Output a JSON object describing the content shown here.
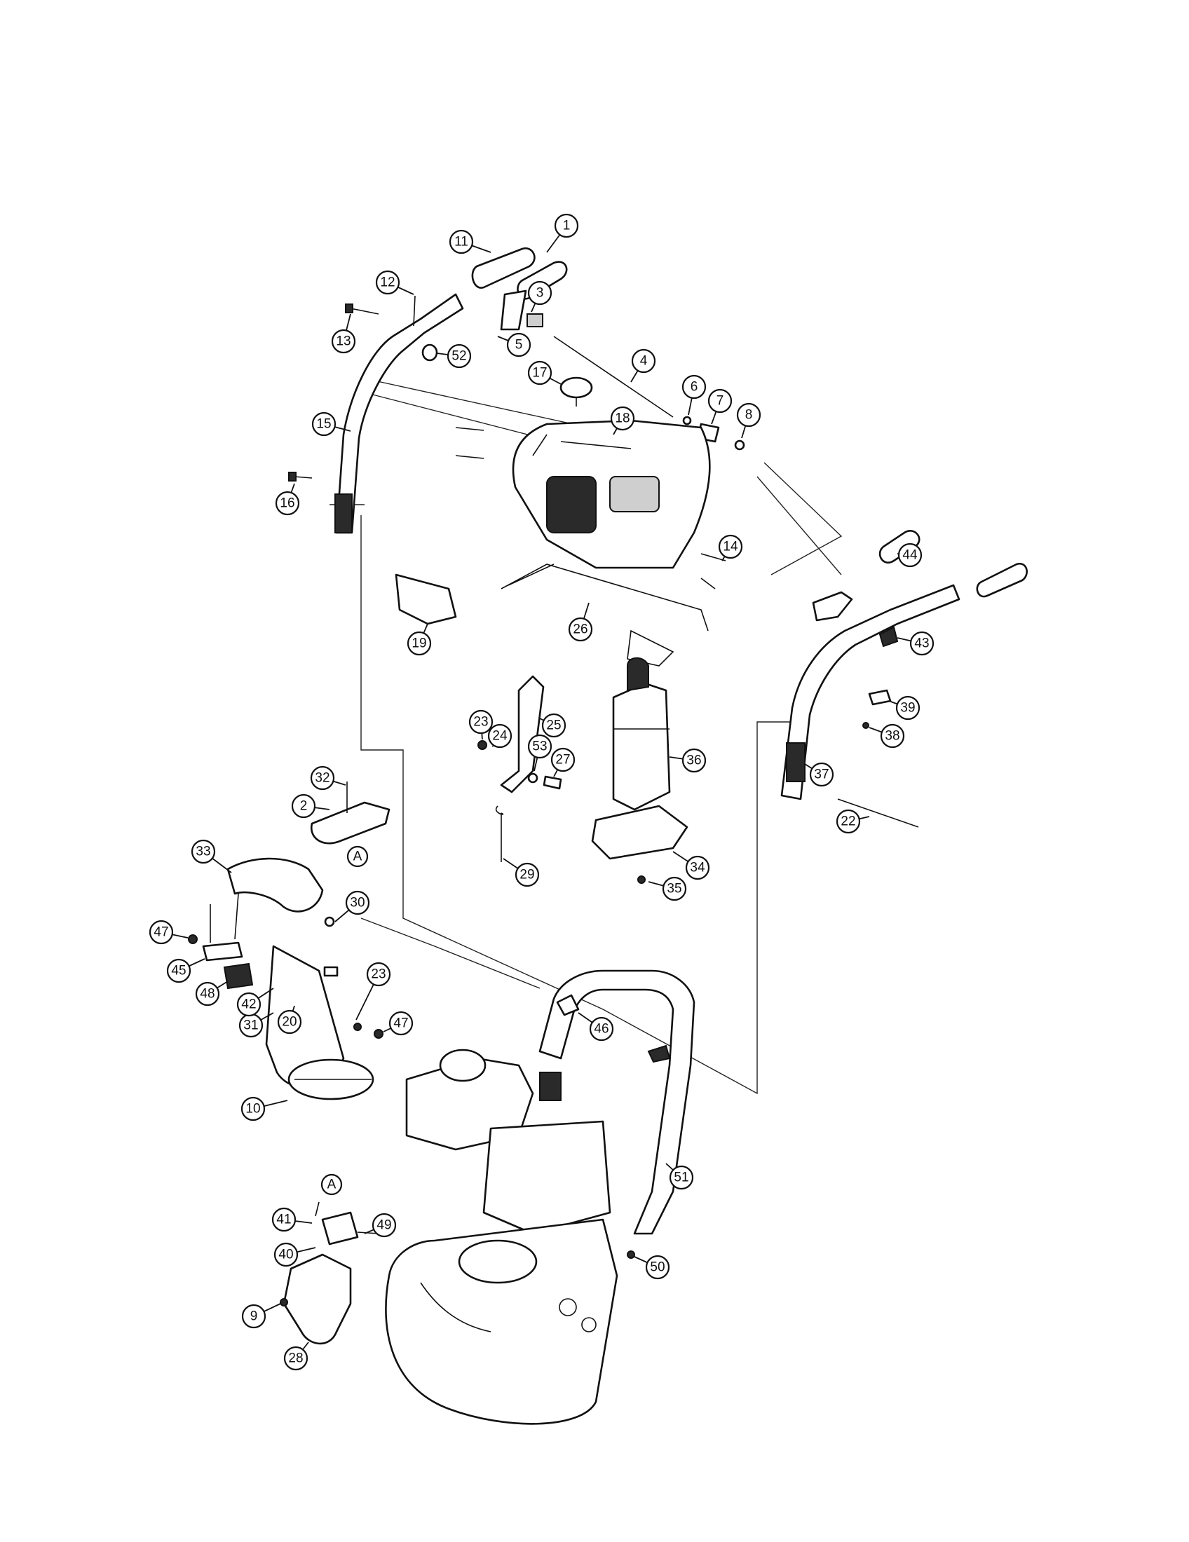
{
  "callouts": [
    {
      "id": "1",
      "label": "1"
    },
    {
      "id": "2",
      "label": "2"
    },
    {
      "id": "3",
      "label": "3"
    },
    {
      "id": "4",
      "label": "4"
    },
    {
      "id": "5",
      "label": "5"
    },
    {
      "id": "6",
      "label": "6"
    },
    {
      "id": "7",
      "label": "7"
    },
    {
      "id": "8",
      "label": "8"
    },
    {
      "id": "9",
      "label": "9"
    },
    {
      "id": "10",
      "label": "10"
    },
    {
      "id": "11",
      "label": "11"
    },
    {
      "id": "12",
      "label": "12"
    },
    {
      "id": "13",
      "label": "13"
    },
    {
      "id": "14",
      "label": "14"
    },
    {
      "id": "15",
      "label": "15"
    },
    {
      "id": "16",
      "label": "16"
    },
    {
      "id": "17",
      "label": "17"
    },
    {
      "id": "18",
      "label": "18"
    },
    {
      "id": "19",
      "label": "19"
    },
    {
      "id": "20",
      "label": "20"
    },
    {
      "id": "22",
      "label": "22"
    },
    {
      "id": "23a",
      "label": "23"
    },
    {
      "id": "23b",
      "label": "23"
    },
    {
      "id": "24",
      "label": "24"
    },
    {
      "id": "25",
      "label": "25"
    },
    {
      "id": "26",
      "label": "26"
    },
    {
      "id": "27",
      "label": "27"
    },
    {
      "id": "28",
      "label": "28"
    },
    {
      "id": "29",
      "label": "29"
    },
    {
      "id": "30",
      "label": "30"
    },
    {
      "id": "31",
      "label": "31"
    },
    {
      "id": "32",
      "label": "32"
    },
    {
      "id": "33",
      "label": "33"
    },
    {
      "id": "34",
      "label": "34"
    },
    {
      "id": "35",
      "label": "35"
    },
    {
      "id": "36",
      "label": "36"
    },
    {
      "id": "37",
      "label": "37"
    },
    {
      "id": "38",
      "label": "38"
    },
    {
      "id": "39",
      "label": "39"
    },
    {
      "id": "40",
      "label": "40"
    },
    {
      "id": "41",
      "label": "41"
    },
    {
      "id": "42",
      "label": "42"
    },
    {
      "id": "43",
      "label": "43"
    },
    {
      "id": "44",
      "label": "44"
    },
    {
      "id": "45",
      "label": "45"
    },
    {
      "id": "46",
      "label": "46"
    },
    {
      "id": "47a",
      "label": "47"
    },
    {
      "id": "47b",
      "label": "47"
    },
    {
      "id": "48",
      "label": "48"
    },
    {
      "id": "49",
      "label": "49"
    },
    {
      "id": "50",
      "label": "50"
    },
    {
      "id": "51",
      "label": "51"
    },
    {
      "id": "52",
      "label": "52"
    },
    {
      "id": "53",
      "label": "53"
    }
  ],
  "reference_markers": [
    {
      "id": "A-upper",
      "label": "A"
    },
    {
      "id": "A-lower",
      "label": "A"
    }
  ]
}
